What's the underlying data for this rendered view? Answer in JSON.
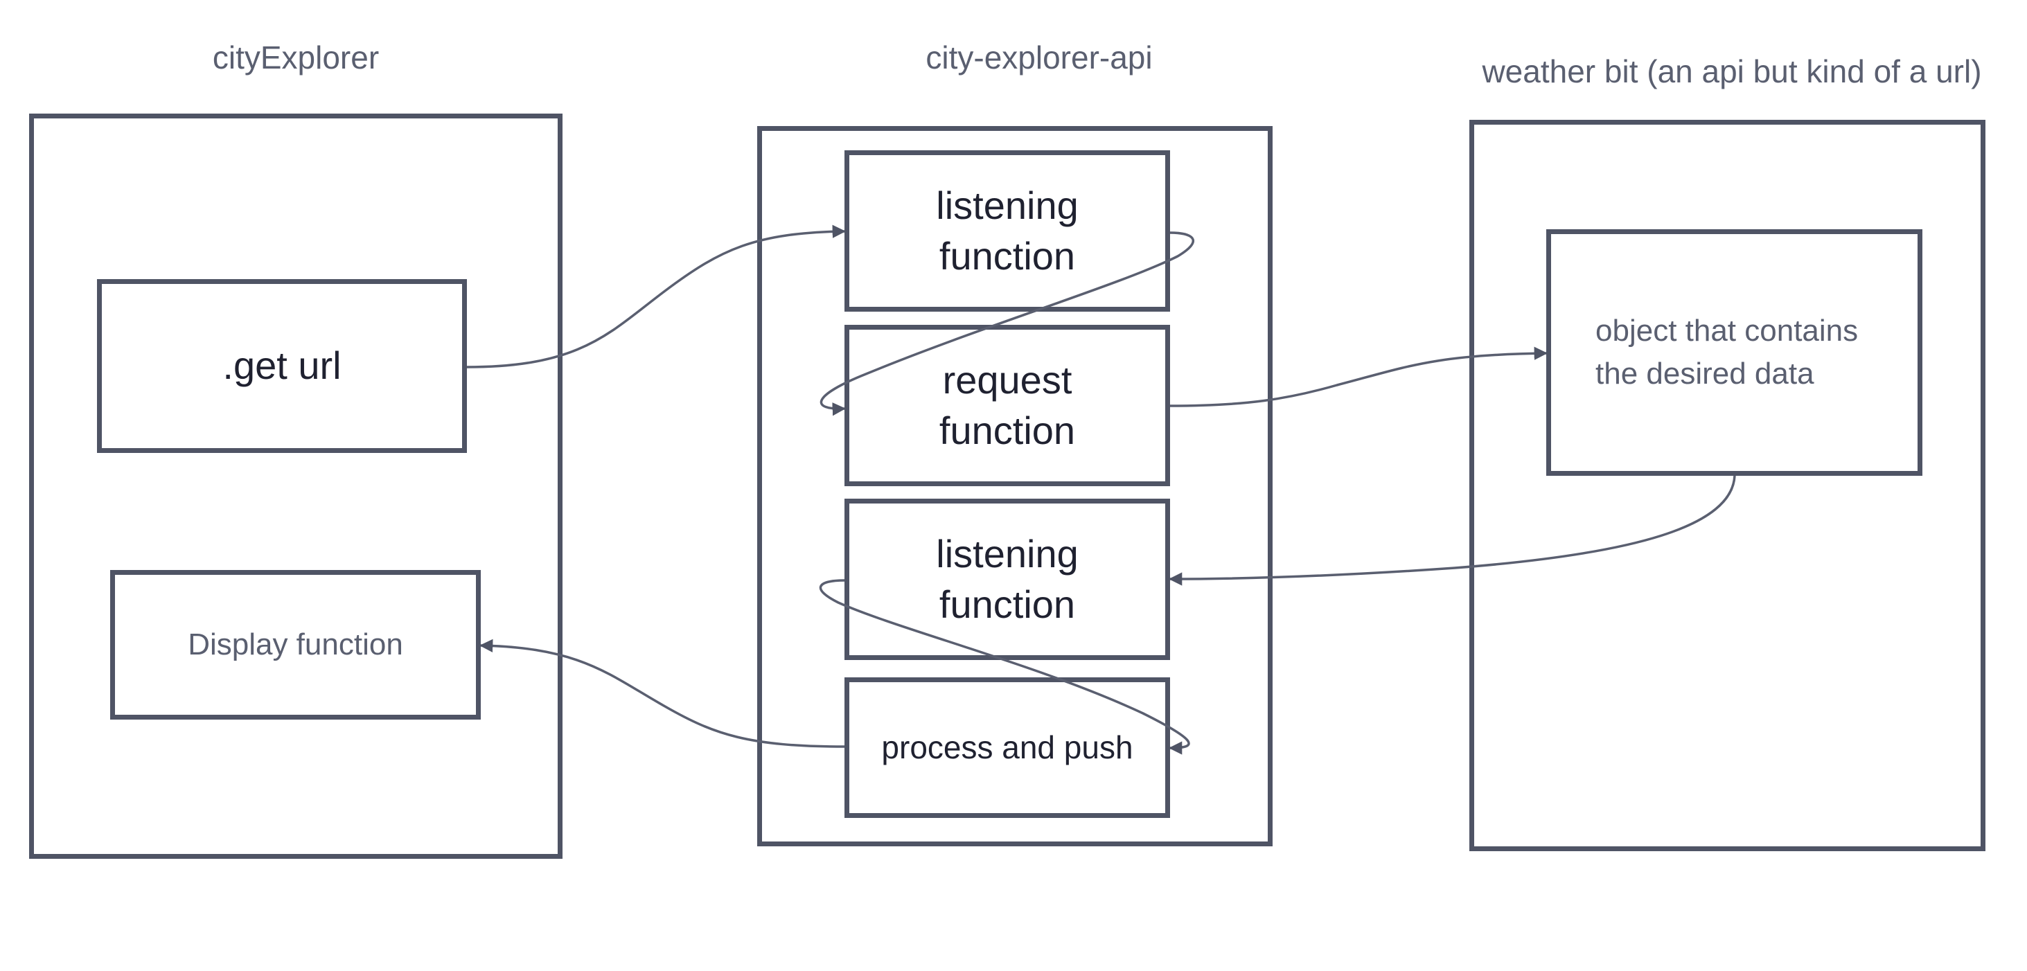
{
  "columns": {
    "city_explorer": {
      "title": "cityExplorer",
      "boxes": {
        "get_url": ".get url",
        "display": "Display function"
      }
    },
    "city_explorer_api": {
      "title": "city-explorer-api",
      "boxes": {
        "listening_1": "listening\nfunction",
        "request": "request\nfunction",
        "listening_2": "listening\nfunction",
        "process_push": "process and push"
      }
    },
    "weather_bit": {
      "title": "weather bit (an api but kind of a url)",
      "boxes": {
        "object": "object that contains\n the desired data"
      }
    }
  },
  "colors": {
    "stroke": "#4f5465",
    "label_gray": "#5a5f70",
    "text_dark": "#1f2130",
    "background": "#ffffff"
  }
}
